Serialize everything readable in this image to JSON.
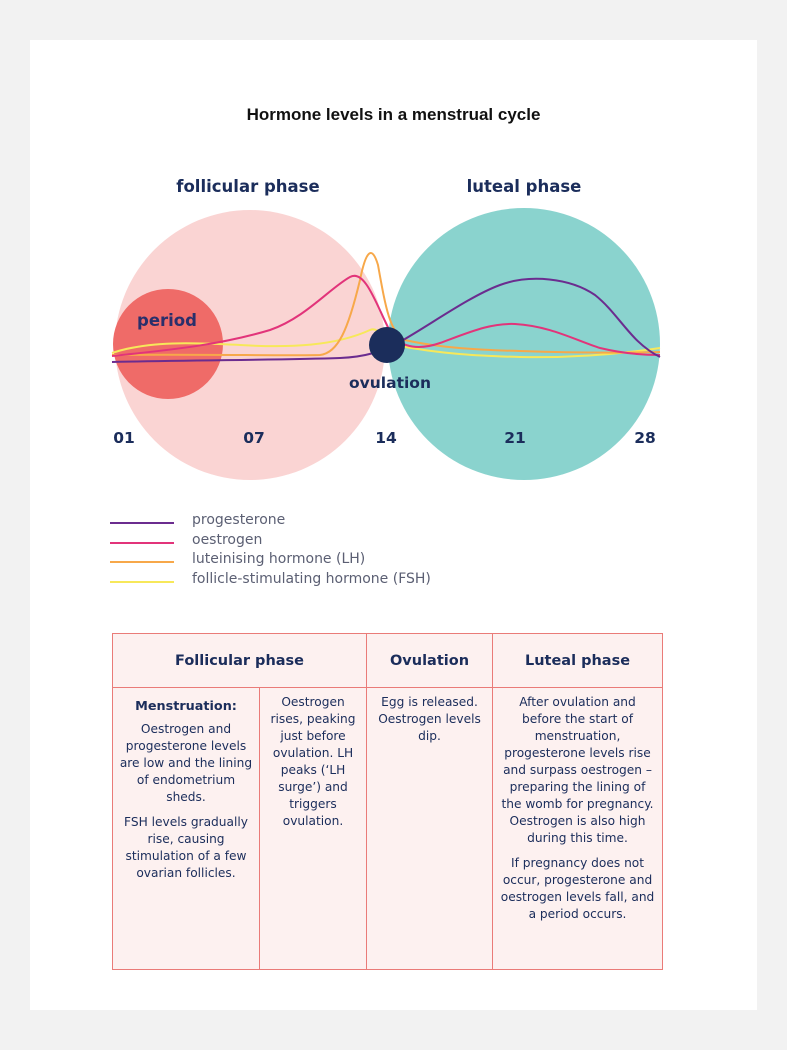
{
  "title": "Hormone levels in a menstrual cycle",
  "diagram": {
    "phase_labels": [
      "follicular phase",
      "luteal phase"
    ],
    "period_label": "period",
    "ovulation_label": "ovulation",
    "day_labels": [
      "01",
      "07",
      "14",
      "21",
      "28"
    ],
    "colors": {
      "follicular_circle": "#fad4d3",
      "period_circle": "#ef6b68",
      "luteal_circle": "#8ad3ce",
      "ovulation_dot": "#1b2d5b",
      "label_text": "#1b2d5b",
      "period_text": "#2a2f6b"
    }
  },
  "legend": [
    {
      "label": "progesterone",
      "color": "#6b2c8f"
    },
    {
      "label": "oestrogen",
      "color": "#e2347a"
    },
    {
      "label": "luteinising hormone (LH)",
      "color": "#f7a84a"
    },
    {
      "label": "follicle-stimulating hormone (FSH)",
      "color": "#f7e85a"
    }
  ],
  "table": {
    "headers": [
      "Follicular phase",
      "Ovulation",
      "Luteal phase"
    ],
    "menstruation": {
      "heading": "Menstruation:",
      "para1": "Oestrogen and progesterone levels are low and the lining of endometrium sheds.",
      "para2": "FSH levels gradually rise, causing stimulation of a few ovarian follicles."
    },
    "oestrogen_rises": "Oestrogen rises, peaking just before ovulation. LH peaks (‘LH surge’) and triggers ovulation.",
    "ovulation": "Egg is released. Oestrogen levels dip.",
    "luteal": {
      "para1": "After ovulation and before the start of menstruation, progesterone levels rise and surpass oestrogen – preparing the lining of the womb for pregnancy. Oestrogen is also high during this time.",
      "para2": "If pregnancy does not occur, progesterone and oestrogen levels fall, and a period occurs."
    }
  }
}
